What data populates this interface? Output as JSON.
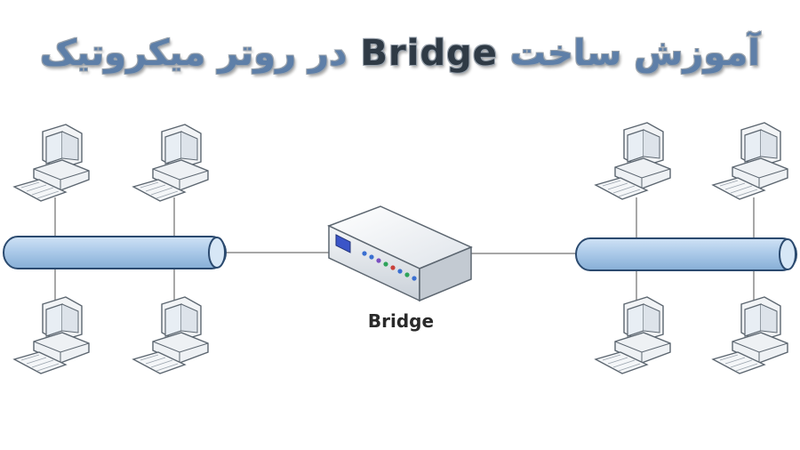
{
  "title": {
    "part_right": "آموزش ساخت",
    "part_latin": "Bridge",
    "part_left": "در روتر میکروتیک"
  },
  "bridge": {
    "label": "Bridge"
  },
  "colors": {
    "title_blue": "#5e7fa8",
    "title_dark": "#2f3a45",
    "bus_fill": "#a9c8e8",
    "bus_stroke": "#2b4a6f",
    "wire": "#8a8a8a",
    "device_body": "#f2f4f6",
    "device_stroke": "#5c6670",
    "screen": "#e8eef4"
  },
  "segments": [
    {
      "side": "left",
      "computers": 4
    },
    {
      "side": "right",
      "computers": 4
    }
  ],
  "icons": [
    "computer-icon",
    "network-bus-icon",
    "bridge-device-icon"
  ]
}
